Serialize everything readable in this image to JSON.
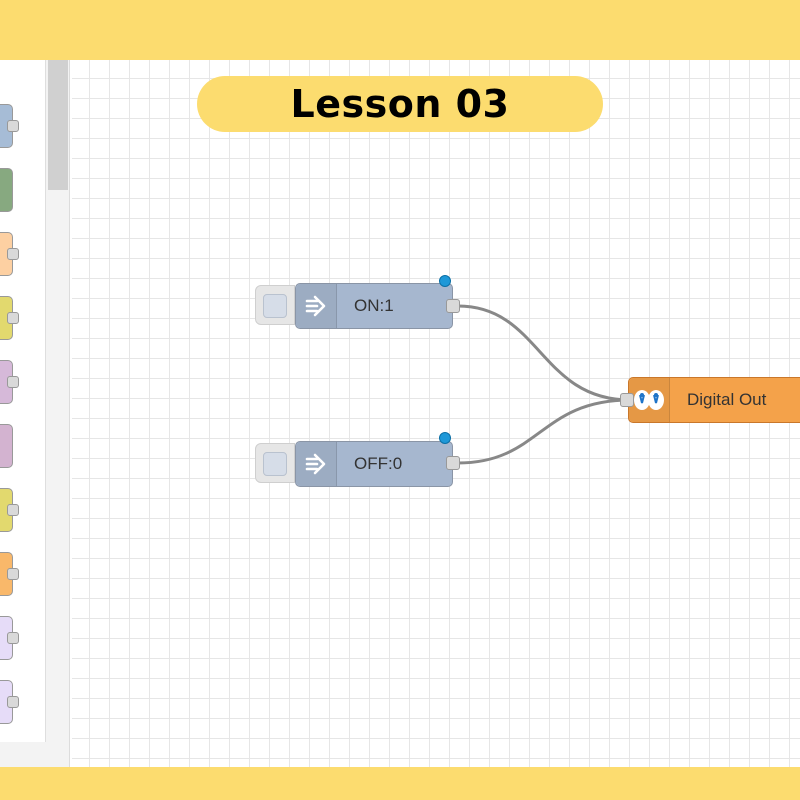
{
  "lesson": {
    "title": "Lesson 03"
  },
  "colors": {
    "band": "#fcdc6f",
    "pill": "#fcdc6f",
    "inject_node": "#a6b7cf",
    "output_node": "#f4a24a",
    "wire": "#888888",
    "changed_dot": "#1e98d8"
  },
  "palette": {
    "node_colors": [
      "#a6bcd6",
      "#87a980",
      "#fdd0a2",
      "#e2d96e",
      "#d6b9d9",
      "#d3b3d0",
      "#e2d96e",
      "#f9b86a",
      "#e6dcf8",
      "#e6dcf8"
    ]
  },
  "flow": {
    "inject_on": {
      "label": "ON:1",
      "icon": "arrow-right-icon"
    },
    "inject_off": {
      "label": "OFF:0",
      "icon": "arrow-right-icon"
    },
    "digital_out": {
      "label": "Digital Out",
      "icon": "digital-out-icon"
    }
  }
}
